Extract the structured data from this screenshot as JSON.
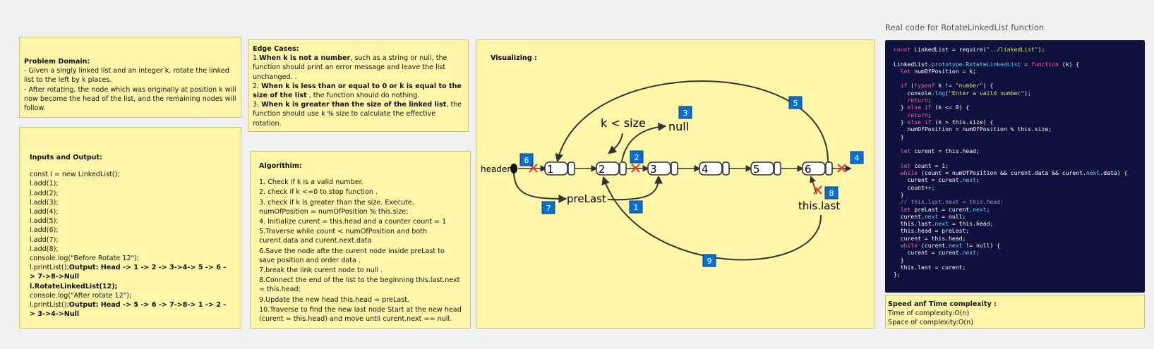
{
  "problem": {
    "title": "Problem Domain:",
    "lines": [
      "- Given a singly linked list and an integer k, rotate the linked list to the left by k places.",
      "- After rotating, the node which was originally at position k will now become the head of the list, and the remaining nodes will follow."
    ]
  },
  "edge_cases": {
    "title": "Edge Cases:",
    "items": [
      {
        "prefix": "1.",
        "bold": "When k is not a number",
        "rest": ", such as a string or null, the function should print an error message and leave the list unchanged. ."
      },
      {
        "prefix": "2. ",
        "bold": "When k is less than or equal to 0 or k is equal to the size of the list",
        "rest": " , the function should do nothing."
      },
      {
        "prefix": "3. ",
        "bold": "When k is greater than the size of the linked list",
        "rest": ", the function should use k % size to calculate the effective rotation."
      }
    ]
  },
  "io": {
    "title": "Inputs and Output:",
    "lines": [
      {
        "text": "const l = new LinkedList();",
        "bold": ""
      },
      {
        "text": "l.add(1);",
        "bold": ""
      },
      {
        "text": "l.add(2);",
        "bold": ""
      },
      {
        "text": "l.add(3);",
        "bold": ""
      },
      {
        "text": "l.add(4);",
        "bold": ""
      },
      {
        "text": "l.add(5);",
        "bold": ""
      },
      {
        "text": "l.add(6);",
        "bold": ""
      },
      {
        "text": "l.add(7);",
        "bold": ""
      },
      {
        "text": "l.add(8);",
        "bold": ""
      },
      {
        "text": "console.log(\"Before Rotate 12\");",
        "bold": ""
      },
      {
        "text": "l.printList();",
        "bold": "Output: Head -> 1 -> 2 -> 3->4-> 5 -> 6 -> 7->8->Null"
      },
      {
        "text": "",
        "bold": "l.RotateLinkedList(12);"
      },
      {
        "text": "console.log(\"After rotate 12\");",
        "bold": ""
      },
      {
        "text": "l.printList();",
        "bold": "Output: Head -> 5 -> 6 -> 7->8-> 1 -> 2 -> 3->4->Null"
      }
    ]
  },
  "algorithm": {
    "title": "Algorithim:",
    "lines": [
      "1. Check if k is a valid number.",
      "2. check if k <=0 to stop function .",
      "3. check if k is greater than the size. Execute, numOfPosition = numOfPosition % this.size;",
      "4. Initialize curent = this.head and a counter count = 1",
      "5.Traverse while count < numOfPosition and both curent.data and curent.next.data",
      "6.Save the node afte the curent node inside preLast to save position and order data .",
      "7.break the link curent node to null .",
      "8.Connect the end of the list to the beginning this.last.next = this.head;",
      "9.Update the new head this.head = preLast.",
      "10.Traverse to find the new last node Start at the new head (curent = this.head) and move until curent.next == null."
    ]
  },
  "visual": {
    "title": "Visualizing :",
    "header_label": "header",
    "nodes": [
      "1",
      "2",
      "3",
      "4",
      "5",
      "6"
    ],
    "ksize_label": "k < size",
    "null_label": "null",
    "prelast_label": "preLast",
    "thislast_label": "this.last",
    "steps": [
      "1",
      "2",
      "3",
      "4",
      "5",
      "6",
      "7",
      "8",
      "9"
    ],
    "colors": {
      "step_badge": "#0a6fd1",
      "cross": "#e53935",
      "note_bg": "#fff6a9"
    }
  },
  "code": {
    "caption": "Real code for RotateLinkedList function",
    "lines": [
      "const LinkedList = require(\"../linkedList\");",
      "",
      "LinkedList.prototype.RotateLinkedList = function (k) {",
      "  let numOfPosition = k;",
      "",
      "  if (typeof k != \"number\") {",
      "    console.log(\"Enter a vaild number\");",
      "    return;",
      "  } else if (k <= 0) {",
      "    return;",
      "  } else if (k > this.size) {",
      "    numOfPosition = numOfPosition % this.size;",
      "  }",
      "",
      "  let curent = this.head;",
      "",
      "  let count = 1;",
      "  while (count < numOfPosition && curent.data && curent.next.data) {",
      "    curent = curent.next;",
      "    count++;",
      "  }",
      "  // this.last.next = this.head;",
      "  let preLast = curent.next;",
      "  curent.next = null;",
      "  this.last.next = this.head;",
      "  this.head = preLast;",
      "  curent = this.head;",
      "  while (curent.next != null) {",
      "    curent = curent.next;",
      "  }",
      "  this.last = curent;",
      "};"
    ]
  },
  "complexity": {
    "title": "Speed anf Time complexity :",
    "time": "Time of complexity:O(n)",
    "space": "Space of complexity:O(n)"
  }
}
